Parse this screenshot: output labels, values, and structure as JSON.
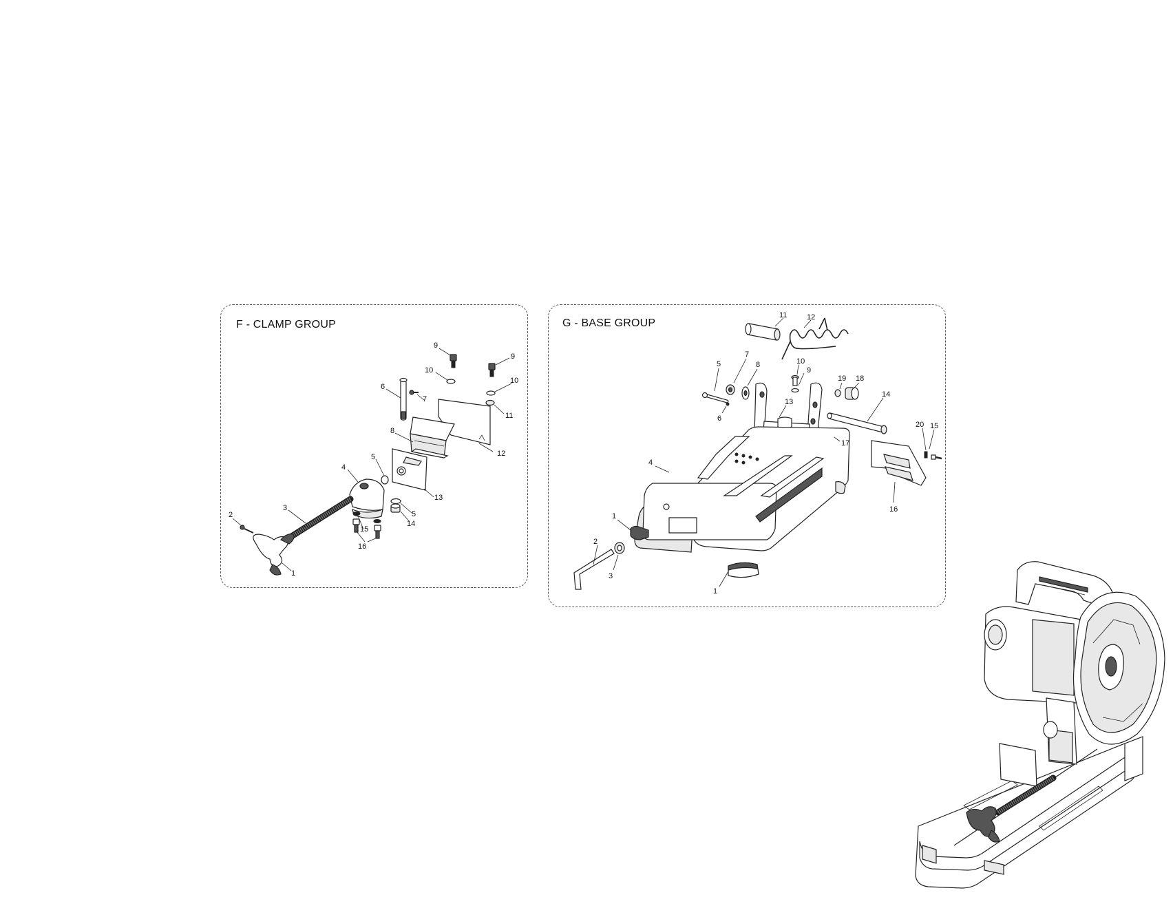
{
  "panels": {
    "clamp": {
      "title": "F - CLAMP GROUP",
      "labels": [
        "9",
        "9",
        "10",
        "10",
        "6",
        "7",
        "11",
        "8",
        "12",
        "5",
        "4",
        "13",
        "3",
        "5",
        "2",
        "15",
        "14",
        "16",
        "1"
      ]
    },
    "base": {
      "title": "G - BASE GROUP",
      "labels": [
        "11",
        "12",
        "7",
        "5",
        "8",
        "10",
        "9",
        "19",
        "18",
        "14",
        "13",
        "6",
        "17",
        "20",
        "15",
        "4",
        "16",
        "1",
        "2",
        "3",
        "1"
      ]
    }
  },
  "icons": {
    "assembled_saw": "cut-off-saw-illustration"
  }
}
